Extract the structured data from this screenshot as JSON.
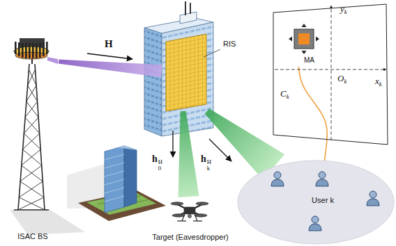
{
  "diagram": {
    "nodes": [
      {
        "text": [
          "ISAC BS"
        ]
      },
      {
        "text": [
          "RIS"
        ]
      },
      {
        "text": [
          "Target (Eavesdropper)"
        ]
      },
      {
        "text": [
          "User k"
        ]
      },
      {
        "text": [
          "yk",
          "xk",
          "Ok"
        ]
      },
      {
        "text": [
          "MA"
        ],
        "in": 4
      }
    ],
    "edges": [
      {
        "from": 0,
        "to": 1,
        "label": "H",
        "arrow": "to"
      },
      {
        "from": 1,
        "to": 2,
        "label": "h0H",
        "arrow": "to"
      },
      {
        "from": 1,
        "to": 3,
        "label": "hkH",
        "arrow": "to"
      },
      {
        "from": 3,
        "to": 5,
        "label": "Ck",
        "arrow": "none"
      }
    ]
  }
}
